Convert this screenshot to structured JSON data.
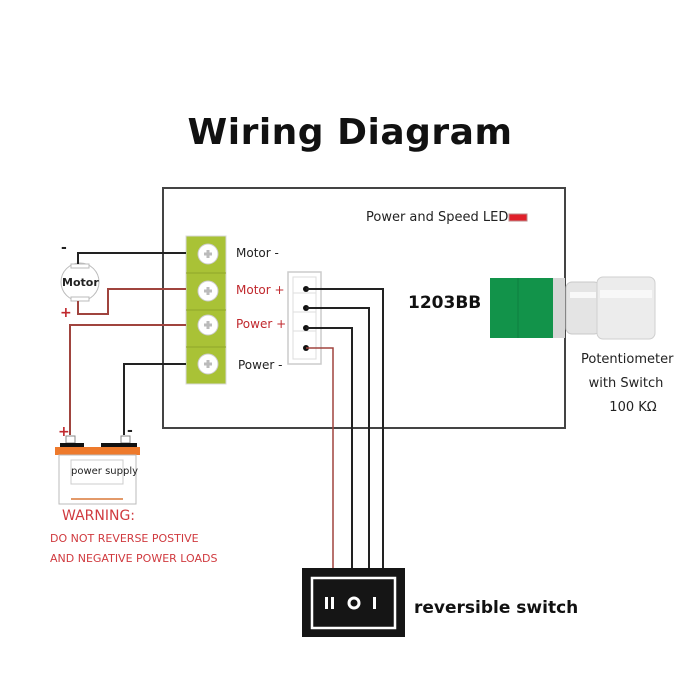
{
  "title": "Wiring Diagram",
  "board": {
    "model": "1203BB",
    "led_label": "Power and Speed LED",
    "led_color": "#e0202a",
    "terminal_color": "#a9c236",
    "knob_color": "#12934a",
    "terminals": [
      {
        "label": "Motor -",
        "color": "#222222"
      },
      {
        "label": "Motor +",
        "color": "#c0282d"
      },
      {
        "label": "Power +",
        "color": "#c0282d"
      },
      {
        "label": "Power -",
        "color": "#222222"
      }
    ]
  },
  "potentiometer": {
    "line1": "Potentiometer",
    "line2": "with  Switch",
    "line3": "100 KΩ"
  },
  "motor": {
    "label": "Motor",
    "minus": "-",
    "plus": "+"
  },
  "power_supply": {
    "label": "power supply",
    "plus": "+",
    "minus": "-",
    "accent_color": "#ee7a2c"
  },
  "warning": {
    "title": "WARNING:",
    "line1": "DO NOT REVERSE POSTIVE",
    "line2": "AND NEGATIVE POWER LOADS",
    "color": "#d03a3f"
  },
  "switch": {
    "label": "reversible switch",
    "symbols": "II O I"
  }
}
